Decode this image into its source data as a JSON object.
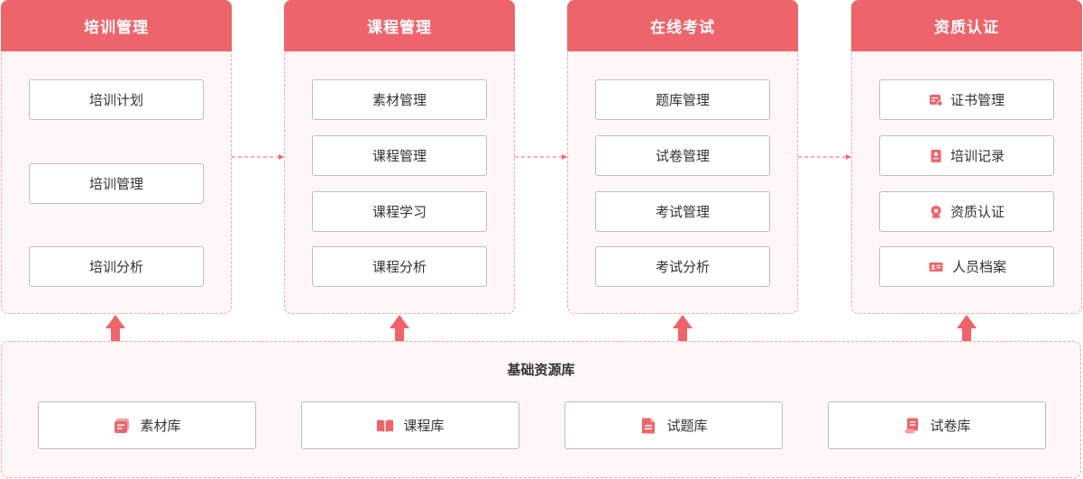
{
  "modules": [
    {
      "title": "培训管理",
      "items": [
        "培训计划",
        "培训管理",
        "培训分析"
      ]
    },
    {
      "title": "课程管理",
      "items": [
        "素材管理",
        "课程管理",
        "课程学习",
        "课程分析"
      ]
    },
    {
      "title": "在线考试",
      "items": [
        "题库管理",
        "试卷管理",
        "考试管理",
        "考试分析"
      ]
    },
    {
      "title": "资质认证",
      "items": [
        "证书管理",
        "培训记录",
        "资质认证",
        "人员档案"
      ],
      "icons": [
        "certificate-icon",
        "record-icon",
        "badge-icon",
        "id-card-icon"
      ]
    }
  ],
  "foundation": {
    "title": "基础资源库",
    "items": [
      "素材库",
      "课程库",
      "试题库",
      "试卷库"
    ],
    "icons": [
      "material-library-icon",
      "book-icon",
      "document-icon",
      "scroll-icon"
    ]
  },
  "colors": {
    "accent": "#ee646b",
    "dashed": "#f2a8ab",
    "panel": "#fff7f7"
  }
}
